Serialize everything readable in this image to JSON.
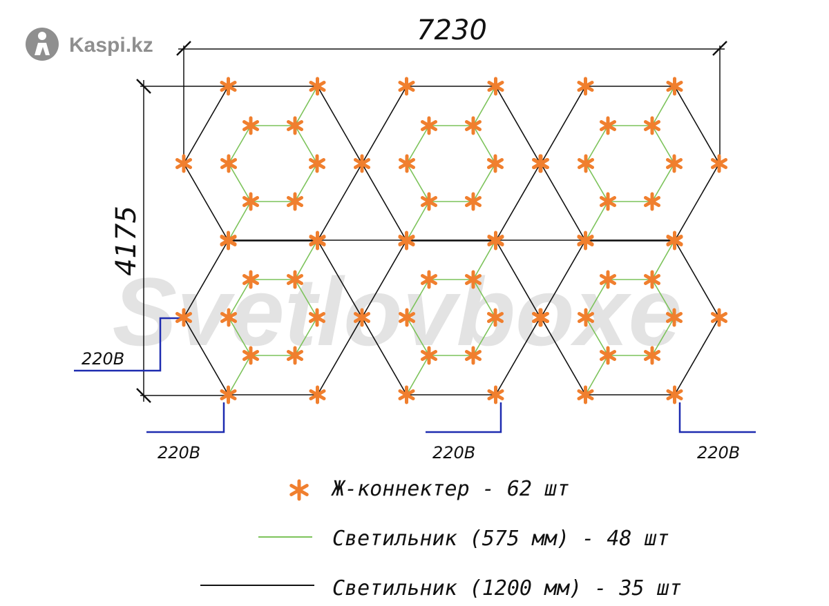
{
  "brand": {
    "name": "Kaspi.kz",
    "icon": "kaspi-logo-icon"
  },
  "watermark": "Svetlovboxe",
  "dimensions": {
    "width": "7230",
    "height": "4175"
  },
  "power_label": "220В",
  "legend": [
    {
      "symbol": "connector",
      "label": "Ж-коннектер - 62 шт"
    },
    {
      "symbol": "green-line",
      "label": "Светильник (575 мм) - 48 шт"
    },
    {
      "symbol": "black-line",
      "label": "Светильник (1200 мм) - 35 шт"
    }
  ],
  "colors": {
    "connector": "#f07f2e",
    "short_light": "#7cc35a",
    "long_light": "#111111",
    "power_line": "#1d2bb0",
    "watermark": "#e3e3e3"
  }
}
